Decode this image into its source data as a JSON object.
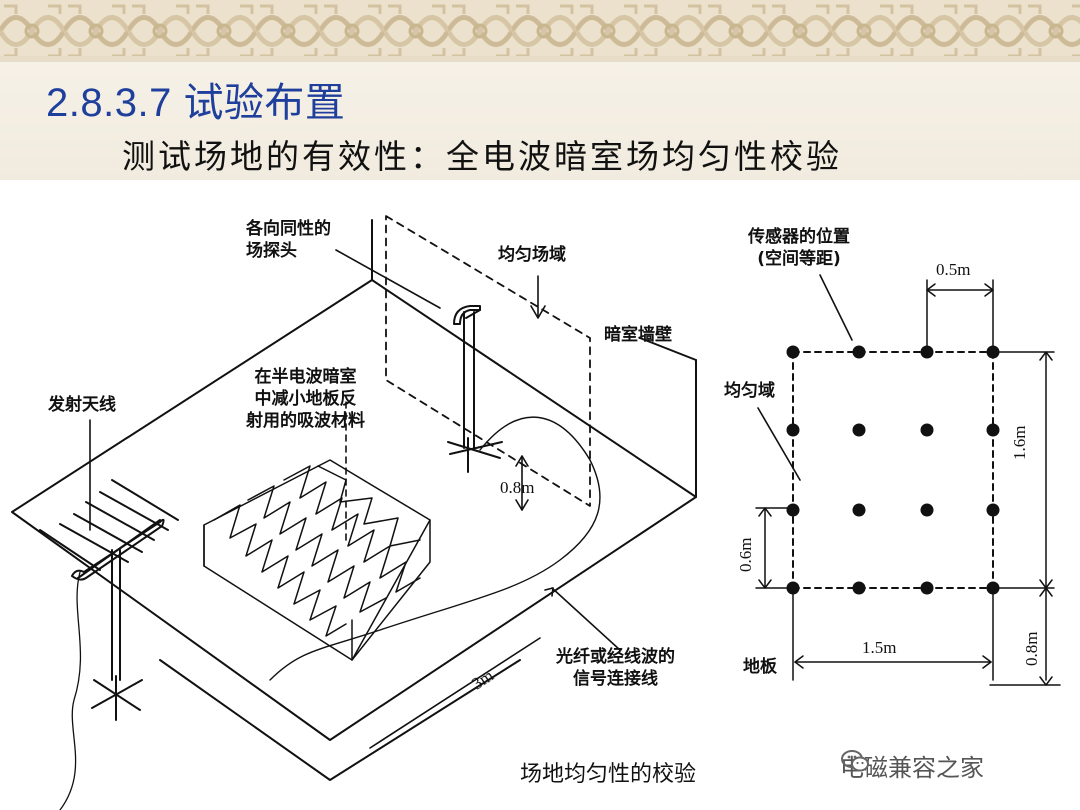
{
  "slide": {
    "title": "2.8.3.7 试验布置",
    "subtitle": "测试场地的有效性：全电波暗室场均匀性校验"
  },
  "diagram": {
    "labels": {
      "probe": [
        "各向同性的",
        "场探头"
      ],
      "uniform_field": "均匀场域",
      "chamber_wall": "暗室墙壁",
      "absorber": [
        "在半电波暗室",
        "中减小地板反",
        "射用的吸波材料"
      ],
      "tx_antenna": "发射天线",
      "cable": [
        "光纤或经线波的",
        "信号连接线"
      ],
      "probe_height": "0.8m",
      "distance": "3m",
      "sensor_position": [
        "传感器的位置",
        "(空间等距)"
      ],
      "uniform_area": "均匀域",
      "floor": "地板",
      "spacing_h": "0.5m",
      "height_total": "1.6m",
      "spacing_v": "0.6m",
      "width_total": "1.5m",
      "floor_height": "0.8m"
    },
    "caption": "场地均匀性的校验"
  },
  "watermark": {
    "text": "电磁兼容之家",
    "icon": "wechat-icon"
  }
}
